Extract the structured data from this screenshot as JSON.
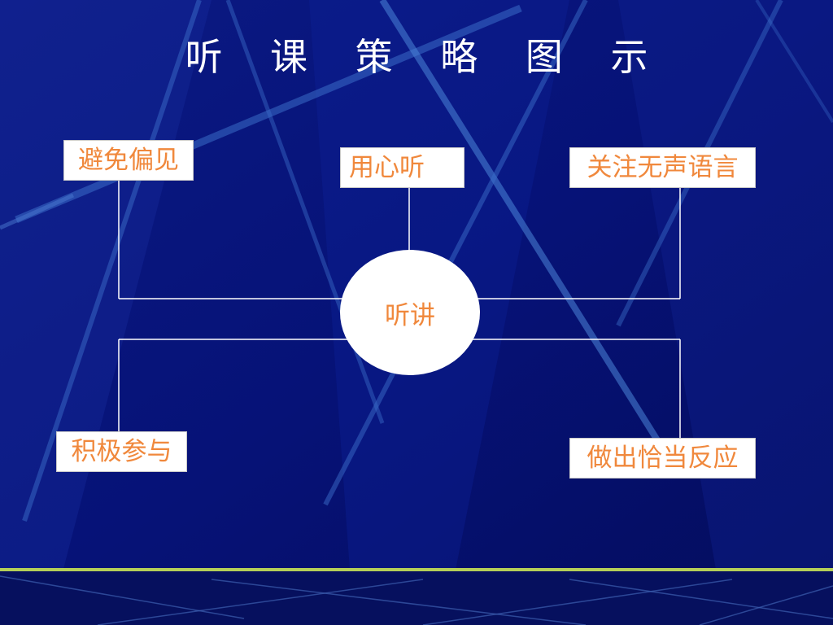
{
  "title": "听 课 策 略 图 示",
  "diagram": {
    "center": {
      "label": "听讲"
    },
    "nodes": [
      {
        "id": "avoid-bias",
        "label": "避免偏见"
      },
      {
        "id": "listen-attentively",
        "label": "用心听"
      },
      {
        "id": "nonverbal",
        "label": "关注无声语言"
      },
      {
        "id": "participate",
        "label": "积极参与"
      },
      {
        "id": "respond",
        "label": "做出恰当反应"
      }
    ]
  },
  "colors": {
    "background": "#05106a",
    "box_text": "#f0883c",
    "box_fill": "#ffffff",
    "accent_line": "#b5cf58"
  }
}
